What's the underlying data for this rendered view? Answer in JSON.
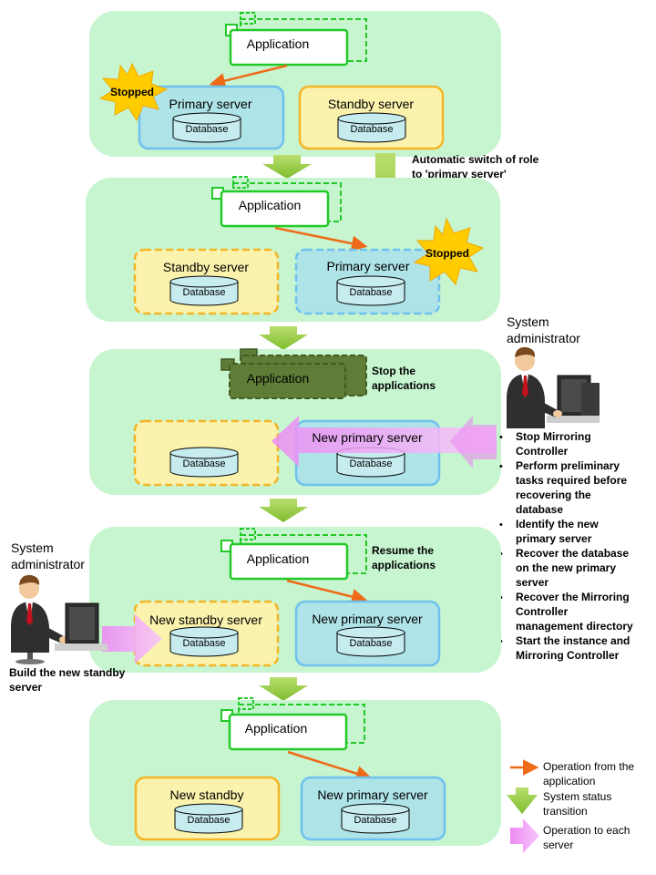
{
  "colors": {
    "panel": "#c6f5cf",
    "app_stroke": "#22c928",
    "server_active": "#aee3e8",
    "server_standby": "#fbf3ad",
    "server_blue_stroke": "#6fc1ee",
    "server_orange_stroke": "#f4b526",
    "orange_arrow": "#ef6a18",
    "green_arrow": "#92c83e",
    "pink_arrow": "#f09cf5",
    "burst": "#ffcc00",
    "dark_app": "#5f7d36"
  },
  "labels": {
    "application": "Application",
    "database": "Database",
    "stopped": "Stopped",
    "primary_server": "Primary server",
    "standby_server": "Standby server",
    "new_primary_server": "New primary server",
    "new_standby_server": "New standby server",
    "new_standby": "New standby"
  },
  "annotations": {
    "auto_switch_line1": "Automatic switch of role",
    "auto_switch_line2": "to 'primary server'",
    "stop_apps_line1": "Stop the",
    "stop_apps_line2": "applications",
    "resume_apps_line1": "Resume the",
    "resume_apps_line2": "applications",
    "build_standby_line1": "Build the new standby",
    "build_standby_line2": "server"
  },
  "actors": {
    "admin_right_line1": "System",
    "admin_right_line2": "administrator",
    "admin_left_line1": "System",
    "admin_left_line2": "administrator"
  },
  "admin_tasks": [
    [
      "Stop Mirroring",
      "Controller"
    ],
    [
      "Perform preliminary",
      "tasks required before",
      "recovering the",
      "database"
    ],
    [
      "Identify the new",
      "primary server"
    ],
    [
      "Recover the database",
      "on the new primary",
      "server"
    ],
    [
      "Recover the Mirroring",
      "Controller",
      "management directory"
    ],
    [
      "Start the instance and",
      "Mirroring Controller"
    ]
  ],
  "legend": {
    "item1_line1": "Operation from the",
    "item1_line2": "application",
    "item2_line1": "System status",
    "item2_line2": "transition",
    "item3_line1": "Operation to each",
    "item3_line2": "server"
  }
}
